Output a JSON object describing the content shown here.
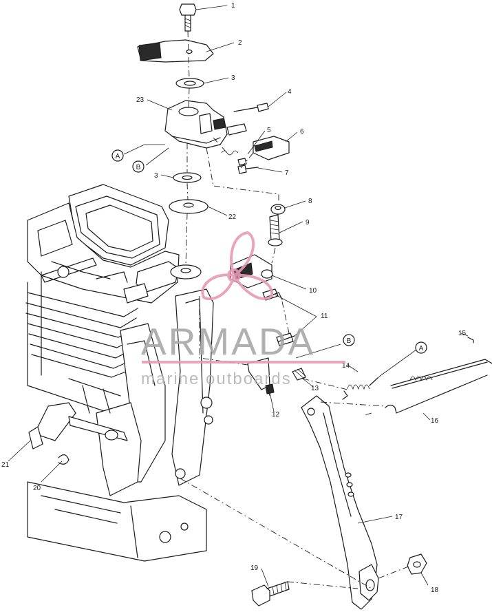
{
  "diagram": {
    "callouts": [
      {
        "id": "c1",
        "label": "1"
      },
      {
        "id": "c2",
        "label": "2"
      },
      {
        "id": "c3a",
        "label": "3"
      },
      {
        "id": "c4",
        "label": "4"
      },
      {
        "id": "c5",
        "label": "5"
      },
      {
        "id": "c6",
        "label": "6"
      },
      {
        "id": "c7",
        "label": "7"
      },
      {
        "id": "c23",
        "label": "23"
      },
      {
        "id": "c3b",
        "label": "3"
      },
      {
        "id": "c8",
        "label": "8"
      },
      {
        "id": "c22",
        "label": "22"
      },
      {
        "id": "c9",
        "label": "9"
      },
      {
        "id": "c10",
        "label": "10"
      },
      {
        "id": "c11",
        "label": "11"
      },
      {
        "id": "c14",
        "label": "14"
      },
      {
        "id": "c13",
        "label": "13"
      },
      {
        "id": "c12",
        "label": "12"
      },
      {
        "id": "c15",
        "label": "15"
      },
      {
        "id": "c16",
        "label": "16"
      },
      {
        "id": "c17",
        "label": "17"
      },
      {
        "id": "c18",
        "label": "18"
      },
      {
        "id": "c19",
        "label": "19"
      },
      {
        "id": "c20",
        "label": "20"
      },
      {
        "id": "c21",
        "label": "21"
      }
    ],
    "reference_markers": [
      {
        "id": "A1",
        "letter": "A"
      },
      {
        "id": "B1",
        "letter": "B"
      },
      {
        "id": "B2",
        "letter": "B"
      },
      {
        "id": "A2",
        "letter": "A"
      }
    ]
  },
  "watermark": {
    "brand": "ARMADA",
    "tagline": "marine outboards",
    "brand_color": "#e79bb6",
    "text_color": "#a8a8a8"
  }
}
